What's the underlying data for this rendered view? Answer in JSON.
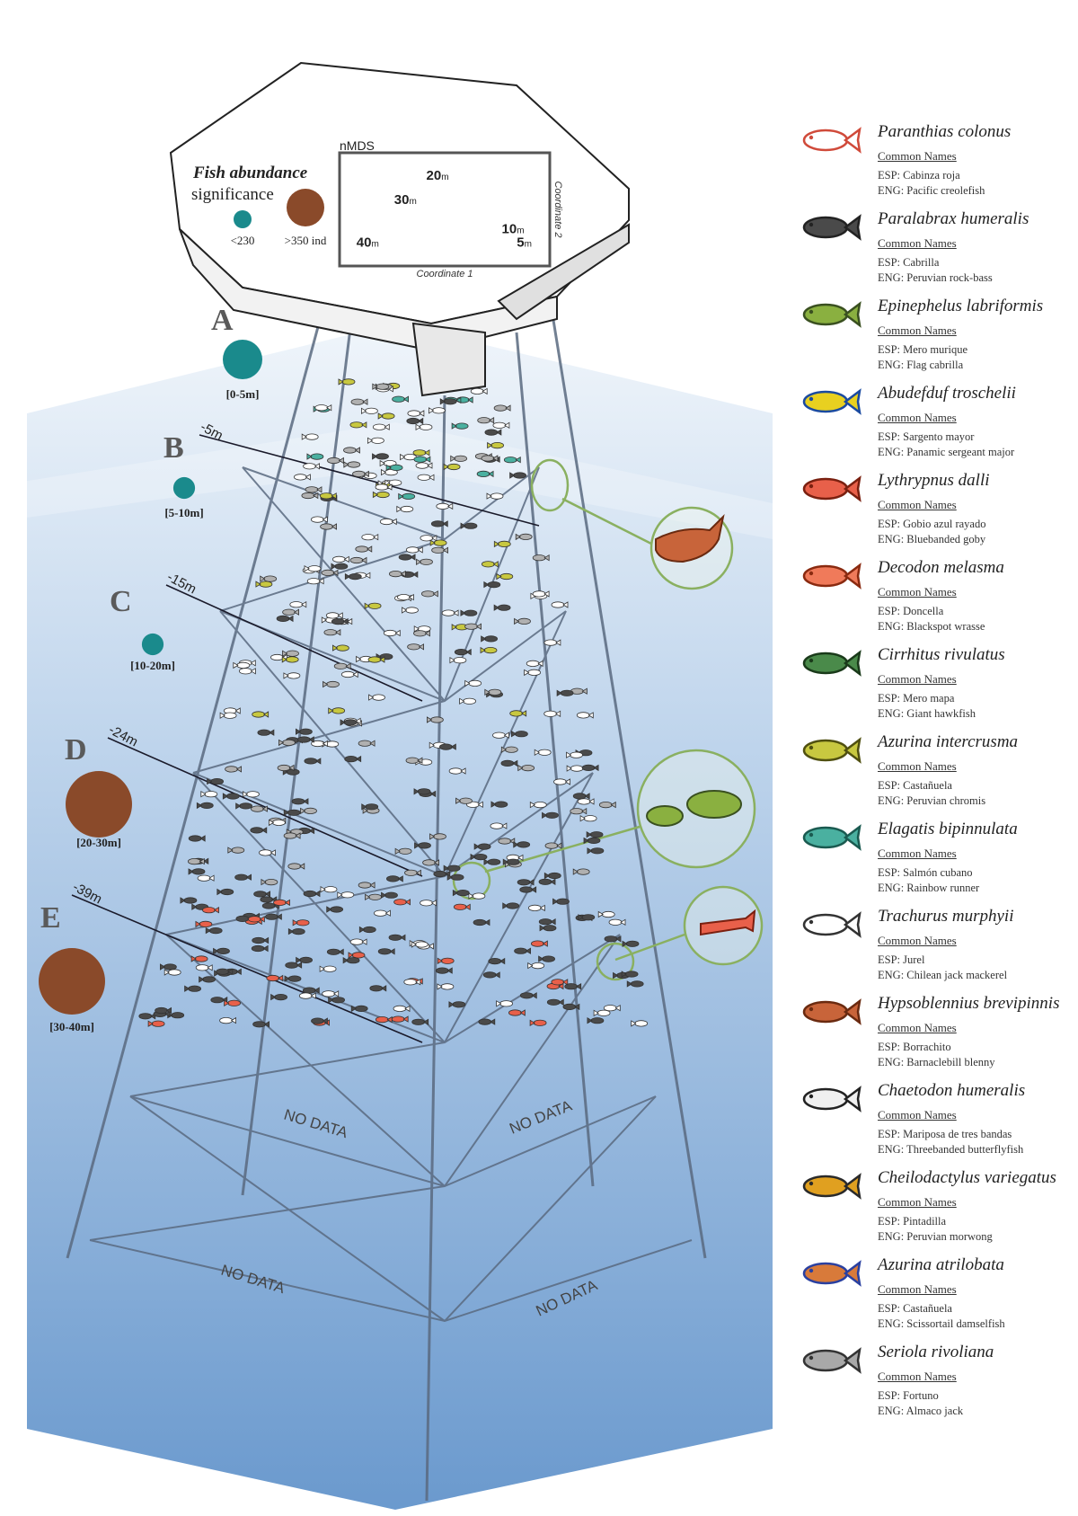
{
  "colors": {
    "small_circle": "#1a8a8c",
    "large_circle": "#8a4a2a",
    "water_light": "#dce9f5",
    "water_deep": "#6a9bd0",
    "structure": "#5a6a80",
    "callout": "#8ab060"
  },
  "abundance_key": {
    "title": "Fish abundance",
    "subtitle": "significance",
    "small_label": "<230",
    "large_label": ">350 ind"
  },
  "nmds": {
    "title": "nMDS",
    "x_axis": "Coordinate 1",
    "y_axis": "Coordinate 2",
    "points": [
      {
        "label": "20",
        "unit": "m",
        "coord1": 0.45,
        "coord2": 0.88
      },
      {
        "label": "30",
        "unit": "m",
        "coord1": 0.28,
        "coord2": 0.62
      },
      {
        "label": "10",
        "unit": "m",
        "coord1": 0.85,
        "coord2": 0.3
      },
      {
        "label": "40",
        "unit": "m",
        "coord1": 0.08,
        "coord2": 0.15
      },
      {
        "label": "5",
        "unit": "m",
        "coord1": 0.93,
        "coord2": 0.15
      }
    ]
  },
  "zones": [
    {
      "letter": "A",
      "range": "[0-5m]",
      "abundance": "small",
      "circle_size": 1.0,
      "depth_mark": ""
    },
    {
      "letter": "B",
      "range": "[5-10m]",
      "abundance": "small",
      "circle_size": 0.55,
      "depth_mark": "-5m"
    },
    {
      "letter": "C",
      "range": "[10-20m]",
      "abundance": "small",
      "circle_size": 0.55,
      "depth_mark": "-15m"
    },
    {
      "letter": "D",
      "range": "[20-30m]",
      "abundance": "large",
      "circle_size": 1.0,
      "depth_mark": "-24m"
    },
    {
      "letter": "E",
      "range": "[30-40m]",
      "abundance": "large",
      "circle_size": 1.0,
      "depth_mark": "-39m"
    }
  ],
  "no_data_label": "NO DATA",
  "species": [
    {
      "name": "Paranthias colonus",
      "common": "Common Names",
      "esp": "ESP: Cabinza roja",
      "eng": "ENG: Pacific creolefish",
      "icon": "red-outline-fish-icon",
      "color": "#ffffff",
      "stroke": "#d04a3a"
    },
    {
      "name": "Paralabrax humeralis",
      "common": "Common Names",
      "esp": "ESP: Cabrilla",
      "eng": "ENG: Peruvian rock-bass",
      "icon": "dark-grey-fish-icon",
      "color": "#4a4a4a",
      "stroke": "#222222"
    },
    {
      "name": "Epinephelus labriformis",
      "common": "Common Names",
      "esp": "ESP: Mero murique",
      "eng": "ENG: Flag cabrilla",
      "icon": "spotted-green-grouper-icon",
      "color": "#8ab040",
      "stroke": "#3a5020"
    },
    {
      "name": "Abudefduf troschelii",
      "common": "Common Names",
      "esp": "ESP: Sargento mayor",
      "eng": "ENG: Panamic sergeant major",
      "icon": "striped-yellow-blue-fish-icon",
      "color": "#e8d020",
      "stroke": "#1a4aa0"
    },
    {
      "name": "Lythrypnus dalli",
      "common": "Common Names",
      "esp": "ESP: Gobio azul rayado",
      "eng": "ENG: Bluebanded goby",
      "icon": "red-goby-icon",
      "color": "#e8604a",
      "stroke": "#7a2010"
    },
    {
      "name": "Decodon melasma",
      "common": "Common Names",
      "esp": "ESP: Doncella",
      "eng": "ENG: Blackspot wrasse",
      "icon": "orange-wrasse-icon",
      "color": "#f07a5a",
      "stroke": "#8a2a10"
    },
    {
      "name": "Cirrhitus rivulatus",
      "common": "Common Names",
      "esp": "ESP: Mero mapa",
      "eng": "ENG: Giant hawkfish",
      "icon": "green-hawkfish-icon",
      "color": "#4a8a4a",
      "stroke": "#1a3a1a"
    },
    {
      "name": "Azurina intercrusma",
      "common": "Common Names",
      "esp": "ESP: Castañuela",
      "eng": "ENG: Peruvian chromis",
      "icon": "yellow-chromis-icon",
      "color": "#c8c840",
      "stroke": "#505010"
    },
    {
      "name": "Elagatis bipinnulata",
      "common": "Common Names",
      "esp": "ESP: Salmón cubano",
      "eng": "ENG: Rainbow runner",
      "icon": "teal-runner-icon",
      "color": "#4ab0a0",
      "stroke": "#1a5a50"
    },
    {
      "name": "Trachurus murphyii",
      "common": "Common Names",
      "esp": "ESP: Jurel",
      "eng": "ENG: Chilean jack mackerel",
      "icon": "white-outline-mackerel-icon",
      "color": "#ffffff",
      "stroke": "#333333"
    },
    {
      "name": "Hypsoblennius brevipinnis",
      "common": "Common Names",
      "esp": "ESP: Borrachito",
      "eng": "ENG: Barnaclebill blenny",
      "icon": "brown-blenny-icon",
      "color": "#c8643a",
      "stroke": "#6a2a10"
    },
    {
      "name": "Chaetodon humeralis",
      "common": "Common Names",
      "esp": "ESP: Mariposa de tres bandas",
      "eng": "ENG: Threebanded butterflyfish",
      "icon": "banded-butterflyfish-icon",
      "color": "#f0f0f0",
      "stroke": "#222222"
    },
    {
      "name": "Cheilodactylus variegatus",
      "common": "Common Names",
      "esp": "ESP: Pintadilla",
      "eng": "ENG: Peruvian morwong",
      "icon": "striped-morwong-icon",
      "color": "#e0a020",
      "stroke": "#2a2a2a"
    },
    {
      "name": "Azurina atrilobata",
      "common": "Common Names",
      "esp": "ESP: Castañuela",
      "eng": "ENG: Scissortail damselfish",
      "icon": "small-damselfish-icon",
      "color": "#d87a3a",
      "stroke": "#2a40a0"
    },
    {
      "name": "Seriola rivoliana",
      "common": "Common Names",
      "esp": "ESP: Fortuno",
      "eng": "ENG: Almaco jack",
      "icon": "grey-jack-icon",
      "color": "#a8a8a8",
      "stroke": "#333333"
    }
  ]
}
